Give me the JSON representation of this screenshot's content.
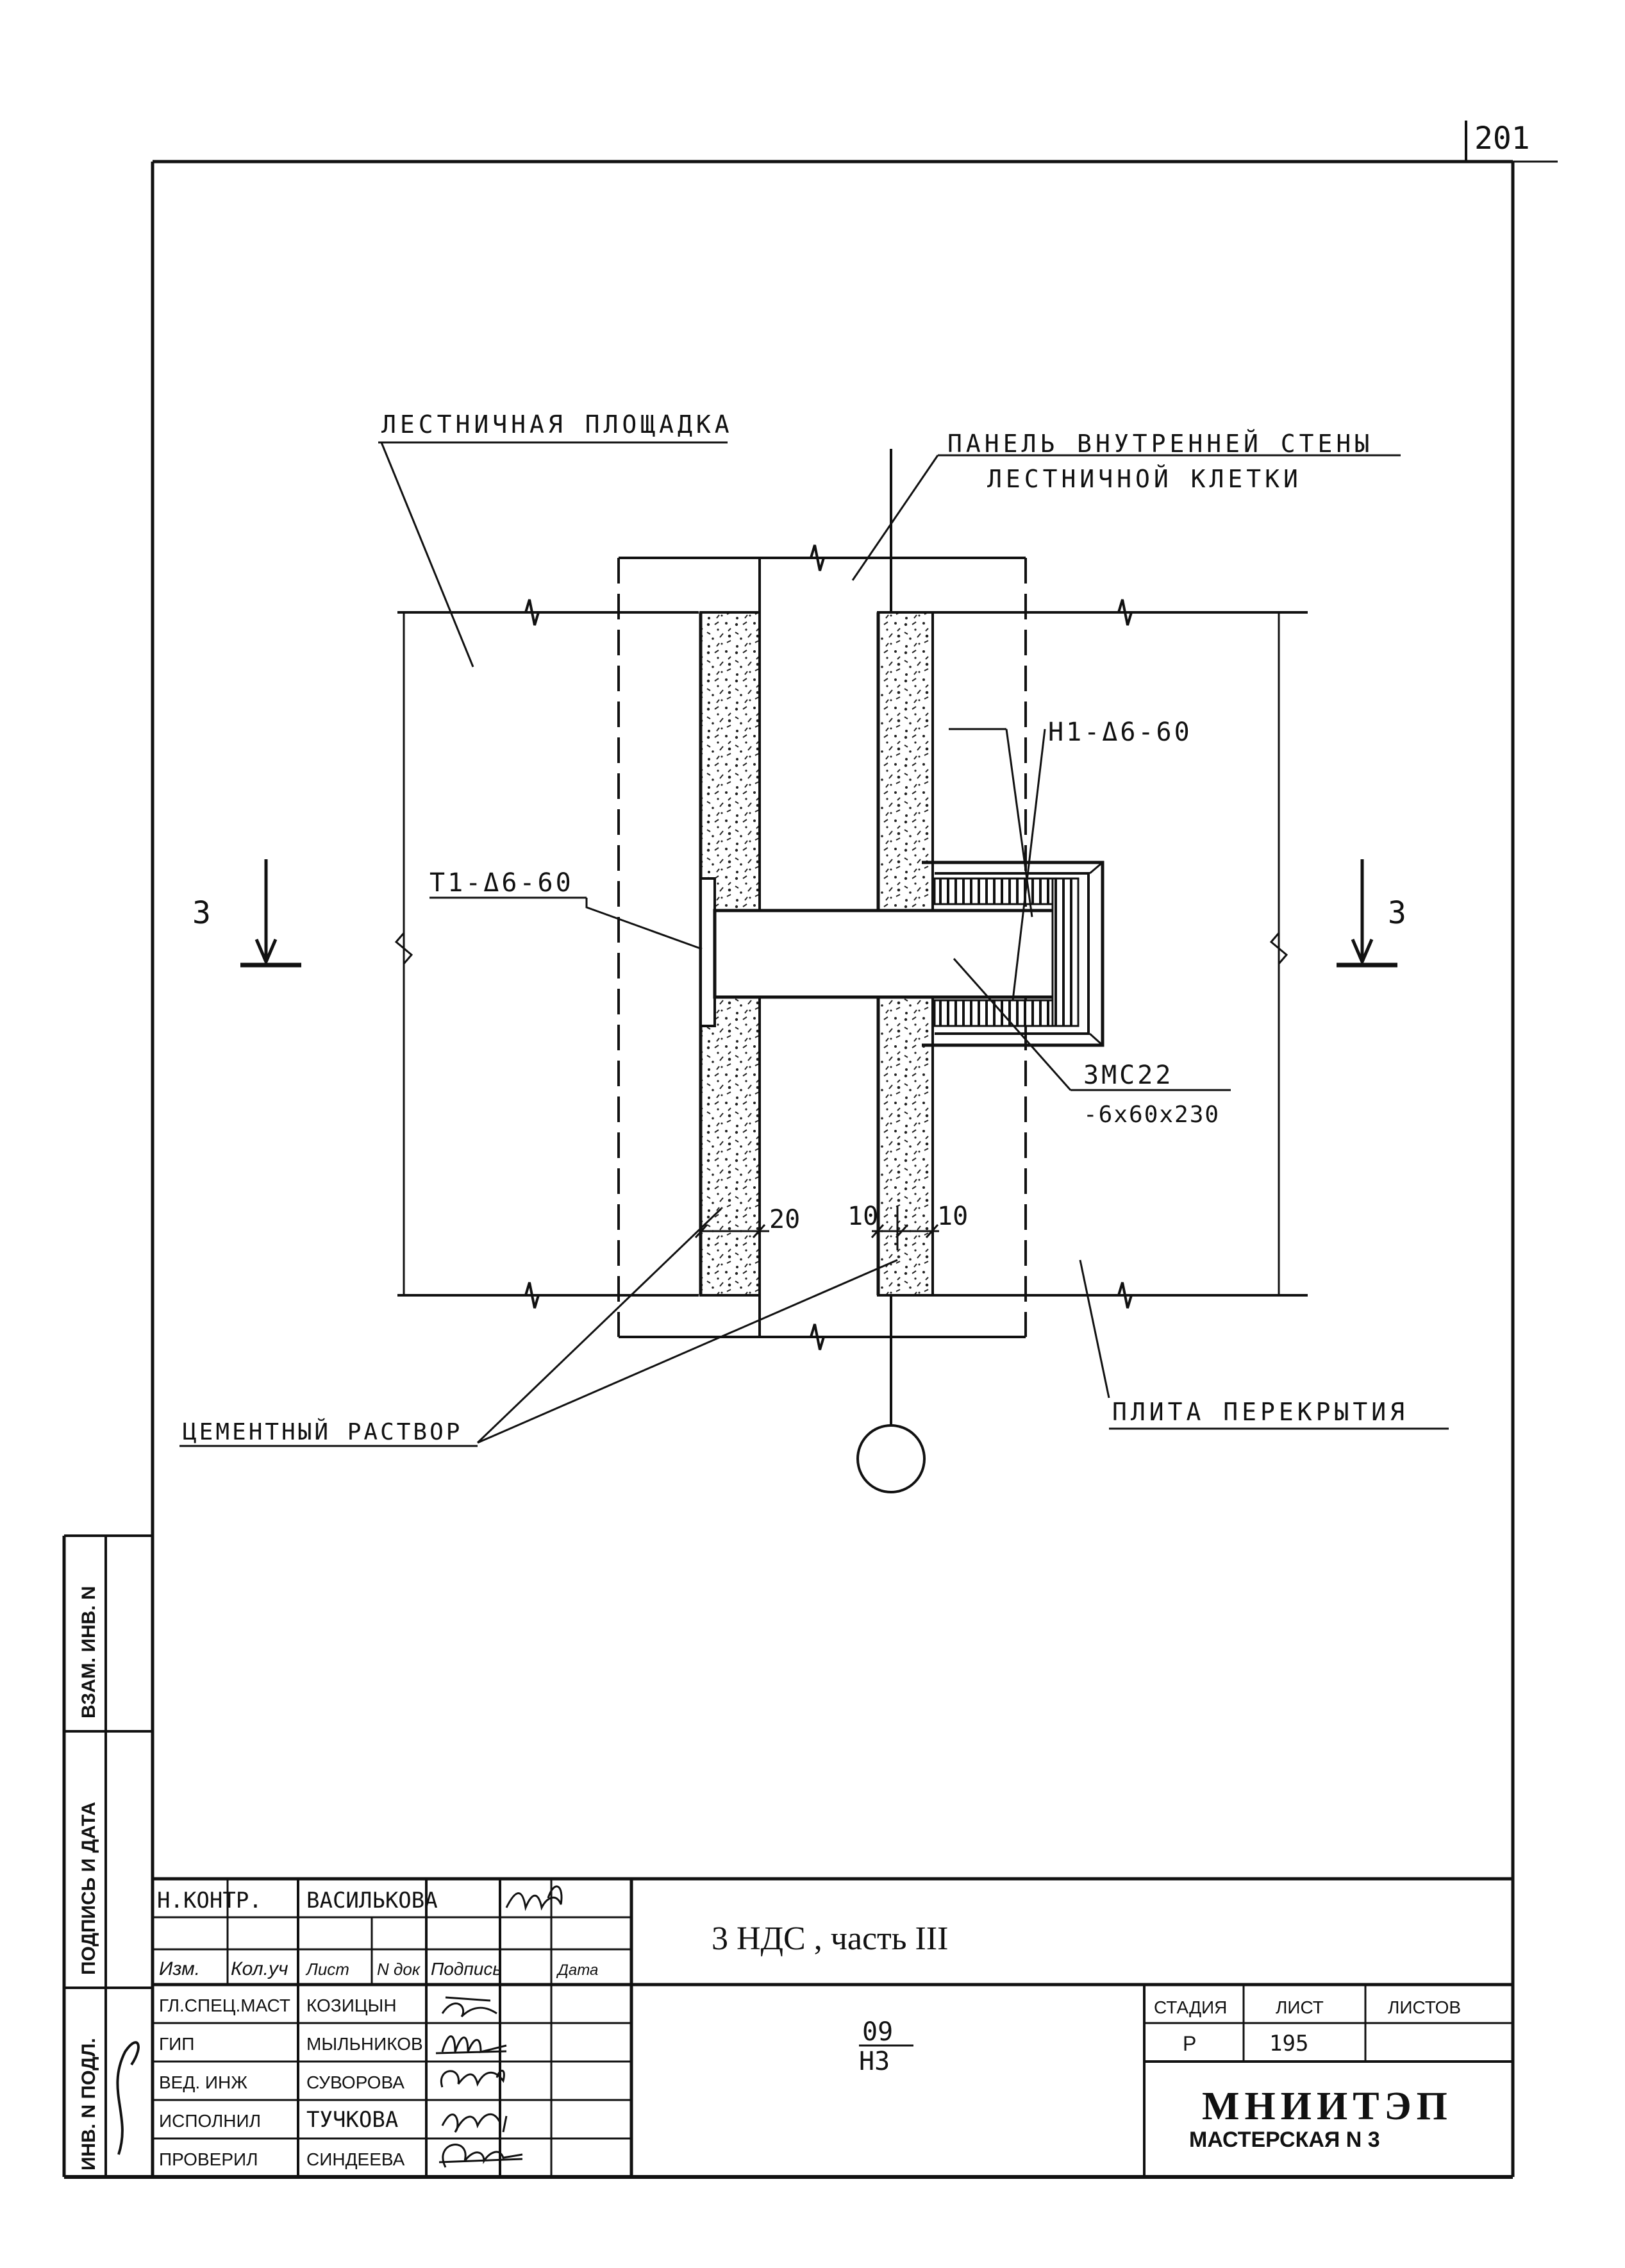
{
  "sheet_number": "201",
  "labels": {
    "landing": "ЛЕСТНИЧНАЯ ПЛОЩАДКА",
    "wall_panel_line1": "ПАНЕЛЬ ВНУТРЕННЕЙ СТЕНЫ",
    "wall_panel_line2": "ЛЕСТНИЧНОЙ КЛЕТКИ",
    "anchor_h1": "Н1-Δ6-60",
    "anchor_t1": "Т1-Δ6-60",
    "section_left": "3",
    "section_right": "3",
    "embed_line1": "ЗМС22",
    "embed_line2": "-6х60х230",
    "dim_20": "20",
    "dim_10a": "10",
    "dim_10b": "10",
    "cement": "ЦЕМЕНТНЫЙ РАСТВОР",
    "slab": "ПЛИТА ПЕРЕКРЫТИЯ"
  },
  "side_stamp": {
    "vzam": "ВЗАМ. ИНВ. N",
    "podpis": "ПОДПИСЬ И ДАТА",
    "inv": "ИНВ. N ПОДЛ."
  },
  "title_block": {
    "nkontr_role": "Н.КОНТР.",
    "nkontr_name": "ВАСИЛЬКОВА",
    "headers": [
      "Изм.",
      "Кол.уч",
      "Лист",
      "N док",
      "Подпись",
      "Дата"
    ],
    "staff": [
      {
        "role": "ГЛ.СПЕЦ.МАСТ",
        "name": "КОЗИЦЫН"
      },
      {
        "role": "ГИП",
        "name": "МЫЛЬНИКОВ"
      },
      {
        "role": "ВЕД. ИНЖ",
        "name": "СУВОРОВА"
      },
      {
        "role": "ИСПОЛНИЛ",
        "name": "ТУЧКОВА"
      },
      {
        "role": "ПРОВЕРИЛ",
        "name": "СИНДЕЕВА"
      }
    ],
    "project_title": "3 НДС , часть III",
    "drawing_code_top": "09",
    "drawing_code_bottom": "Н3",
    "stage_header": "СТАДИЯ",
    "sheet_header": "ЛИСТ",
    "sheets_header": "ЛИСТОВ",
    "stage": "Р",
    "sheet": "195",
    "sheets": "",
    "org_name": "МНИИТЭП",
    "org_sub": "МАСТЕРСКАЯ N 3"
  }
}
